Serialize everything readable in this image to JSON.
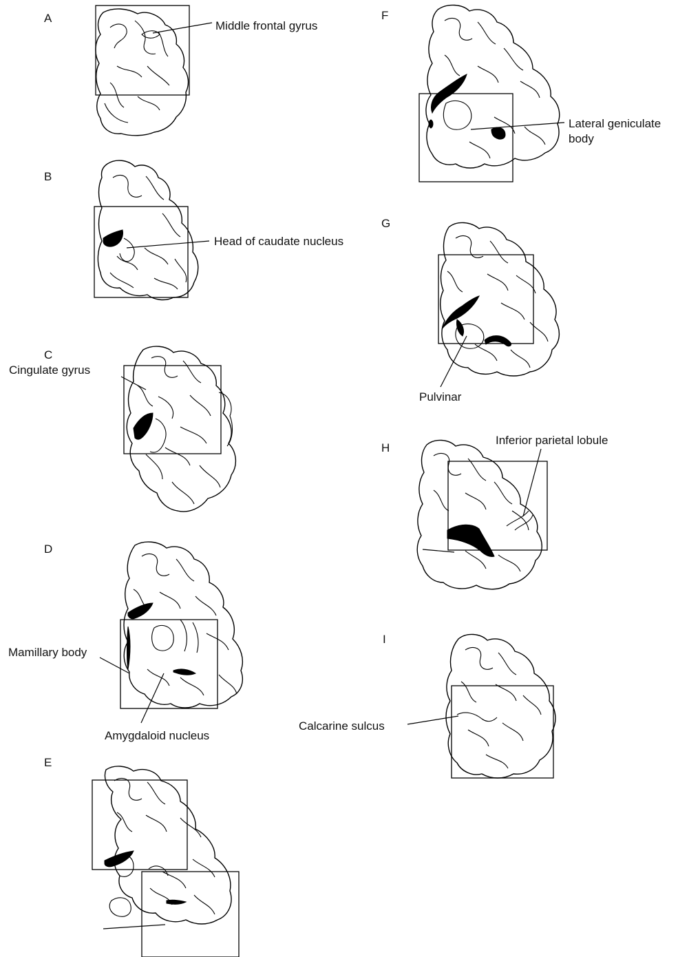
{
  "panels": [
    {
      "id": "A",
      "letter": "A",
      "label": "Middle frontal gyrus"
    },
    {
      "id": "B",
      "letter": "B",
      "label": "Head of caudate nucleus"
    },
    {
      "id": "C",
      "letter": "C",
      "label": "Cingulate gyrus"
    },
    {
      "id": "D",
      "letter": "D",
      "labels": [
        "Mamillary body",
        "Amygdaloid nucleus"
      ]
    },
    {
      "id": "E",
      "letter": "E"
    },
    {
      "id": "F",
      "letter": "F",
      "labels": [
        "Lateral geniculate",
        "body"
      ]
    },
    {
      "id": "G",
      "letter": "G",
      "label": "Pulvinar"
    },
    {
      "id": "H",
      "letter": "H",
      "label": "Inferior parietal lobule"
    },
    {
      "id": "I",
      "letter": "I",
      "label": "Calcarine sulcus"
    }
  ]
}
